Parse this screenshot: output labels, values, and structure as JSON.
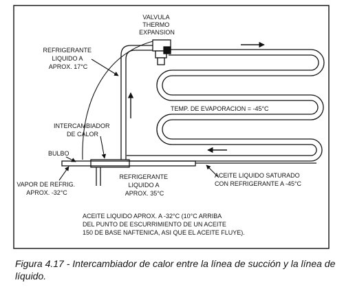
{
  "labels": {
    "valve": [
      "VALVULA",
      "THERMO",
      "EXPANSION"
    ],
    "liquid_refrigerant_top": [
      "REFRIGERANTE",
      "LIQUIDO A",
      "APROX. 17°C"
    ],
    "evaporation_temp": "TEMP. DE EVAPORACION = -45°C",
    "heat_exchanger": [
      "INTERCAMBIADOR",
      "DE CALOR"
    ],
    "bulb": "BULBO",
    "refrigerant_vapor": [
      "VAPOR DE REFRIG.",
      "APROX. -32°C"
    ],
    "liquid_refrigerant_bottom": [
      "REFRIGERANTE",
      "LIQUIDO A",
      "APROX. 35°C"
    ],
    "saturated_oil": [
      "ACEITE LIQUIDO SATURADO",
      "CON REFRIGERANTE A -45°C"
    ],
    "oil_note": [
      "ACEITE LIQUIDO APROX. A -32°C (10°C ARRIBA",
      "DEL PUNTO DE ESCURRIMIENTO DE UN ACEITE",
      "150 DE BASE NAFTENICA, ASI QUE EL ACEITE FLUYE)."
    ]
  },
  "caption": "Figura 4.17 - Intercambiador de calor entre la línea de succión y la línea de líquido.",
  "colors": {
    "ink": "#111111",
    "background": "#ffffff"
  }
}
